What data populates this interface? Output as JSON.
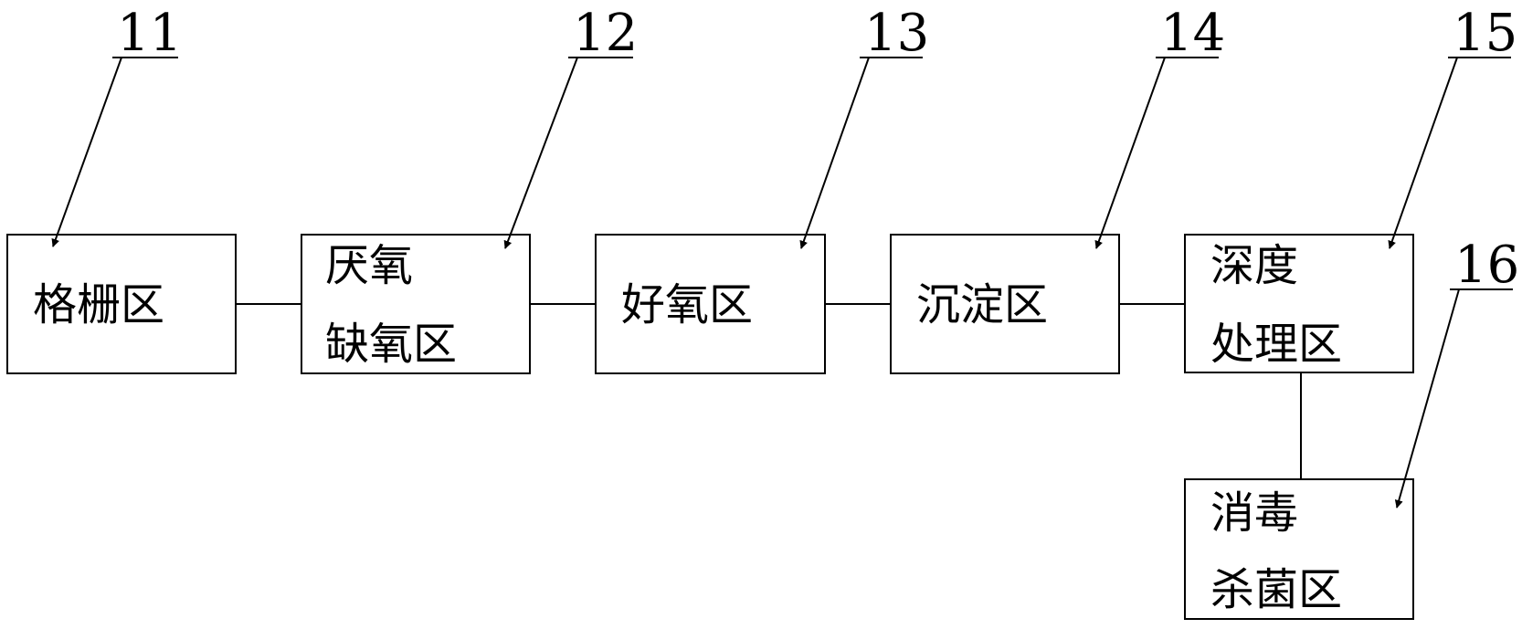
{
  "diagram": {
    "boxes": [
      {
        "id": "grille",
        "ref": "11",
        "lines": [
          "格栅区"
        ]
      },
      {
        "id": "anaerobic-anoxic",
        "ref": "12",
        "lines": [
          "厌氧",
          "缺氧区"
        ]
      },
      {
        "id": "aerobic",
        "ref": "13",
        "lines": [
          "好氧区"
        ]
      },
      {
        "id": "sedimentation",
        "ref": "14",
        "lines": [
          "沉淀区"
        ]
      },
      {
        "id": "advanced-treatment",
        "ref": "15",
        "lines": [
          "深度",
          "处理区"
        ]
      },
      {
        "id": "disinfection",
        "ref": "16",
        "lines": [
          "消毒",
          "杀菌区"
        ]
      }
    ]
  }
}
